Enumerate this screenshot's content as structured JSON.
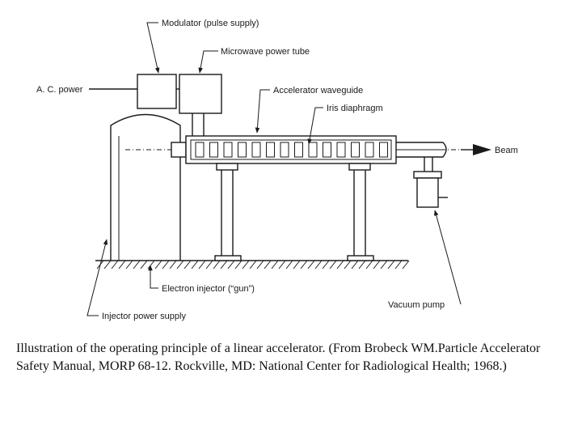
{
  "diagram": {
    "labels": {
      "modulator": "Modulator (pulse supply)",
      "microwave_tube": "Microwave power tube",
      "ac_power": "A. C. power",
      "waveguide": "Accelerator waveguide",
      "iris": "Iris diaphragm",
      "beam": "Beam",
      "electron_injector": "Electron injector (“gun”)",
      "vacuum_pump": "Vacuum pump",
      "injector_power": "Injector power supply"
    }
  },
  "caption": "Illustration of the operating principle of a linear accelerator. (From Brobeck WM.Particle Accelerator Safety Manual, MORP 68-12. Rockville, MD: National Center for Radiological Health; 1968.)"
}
